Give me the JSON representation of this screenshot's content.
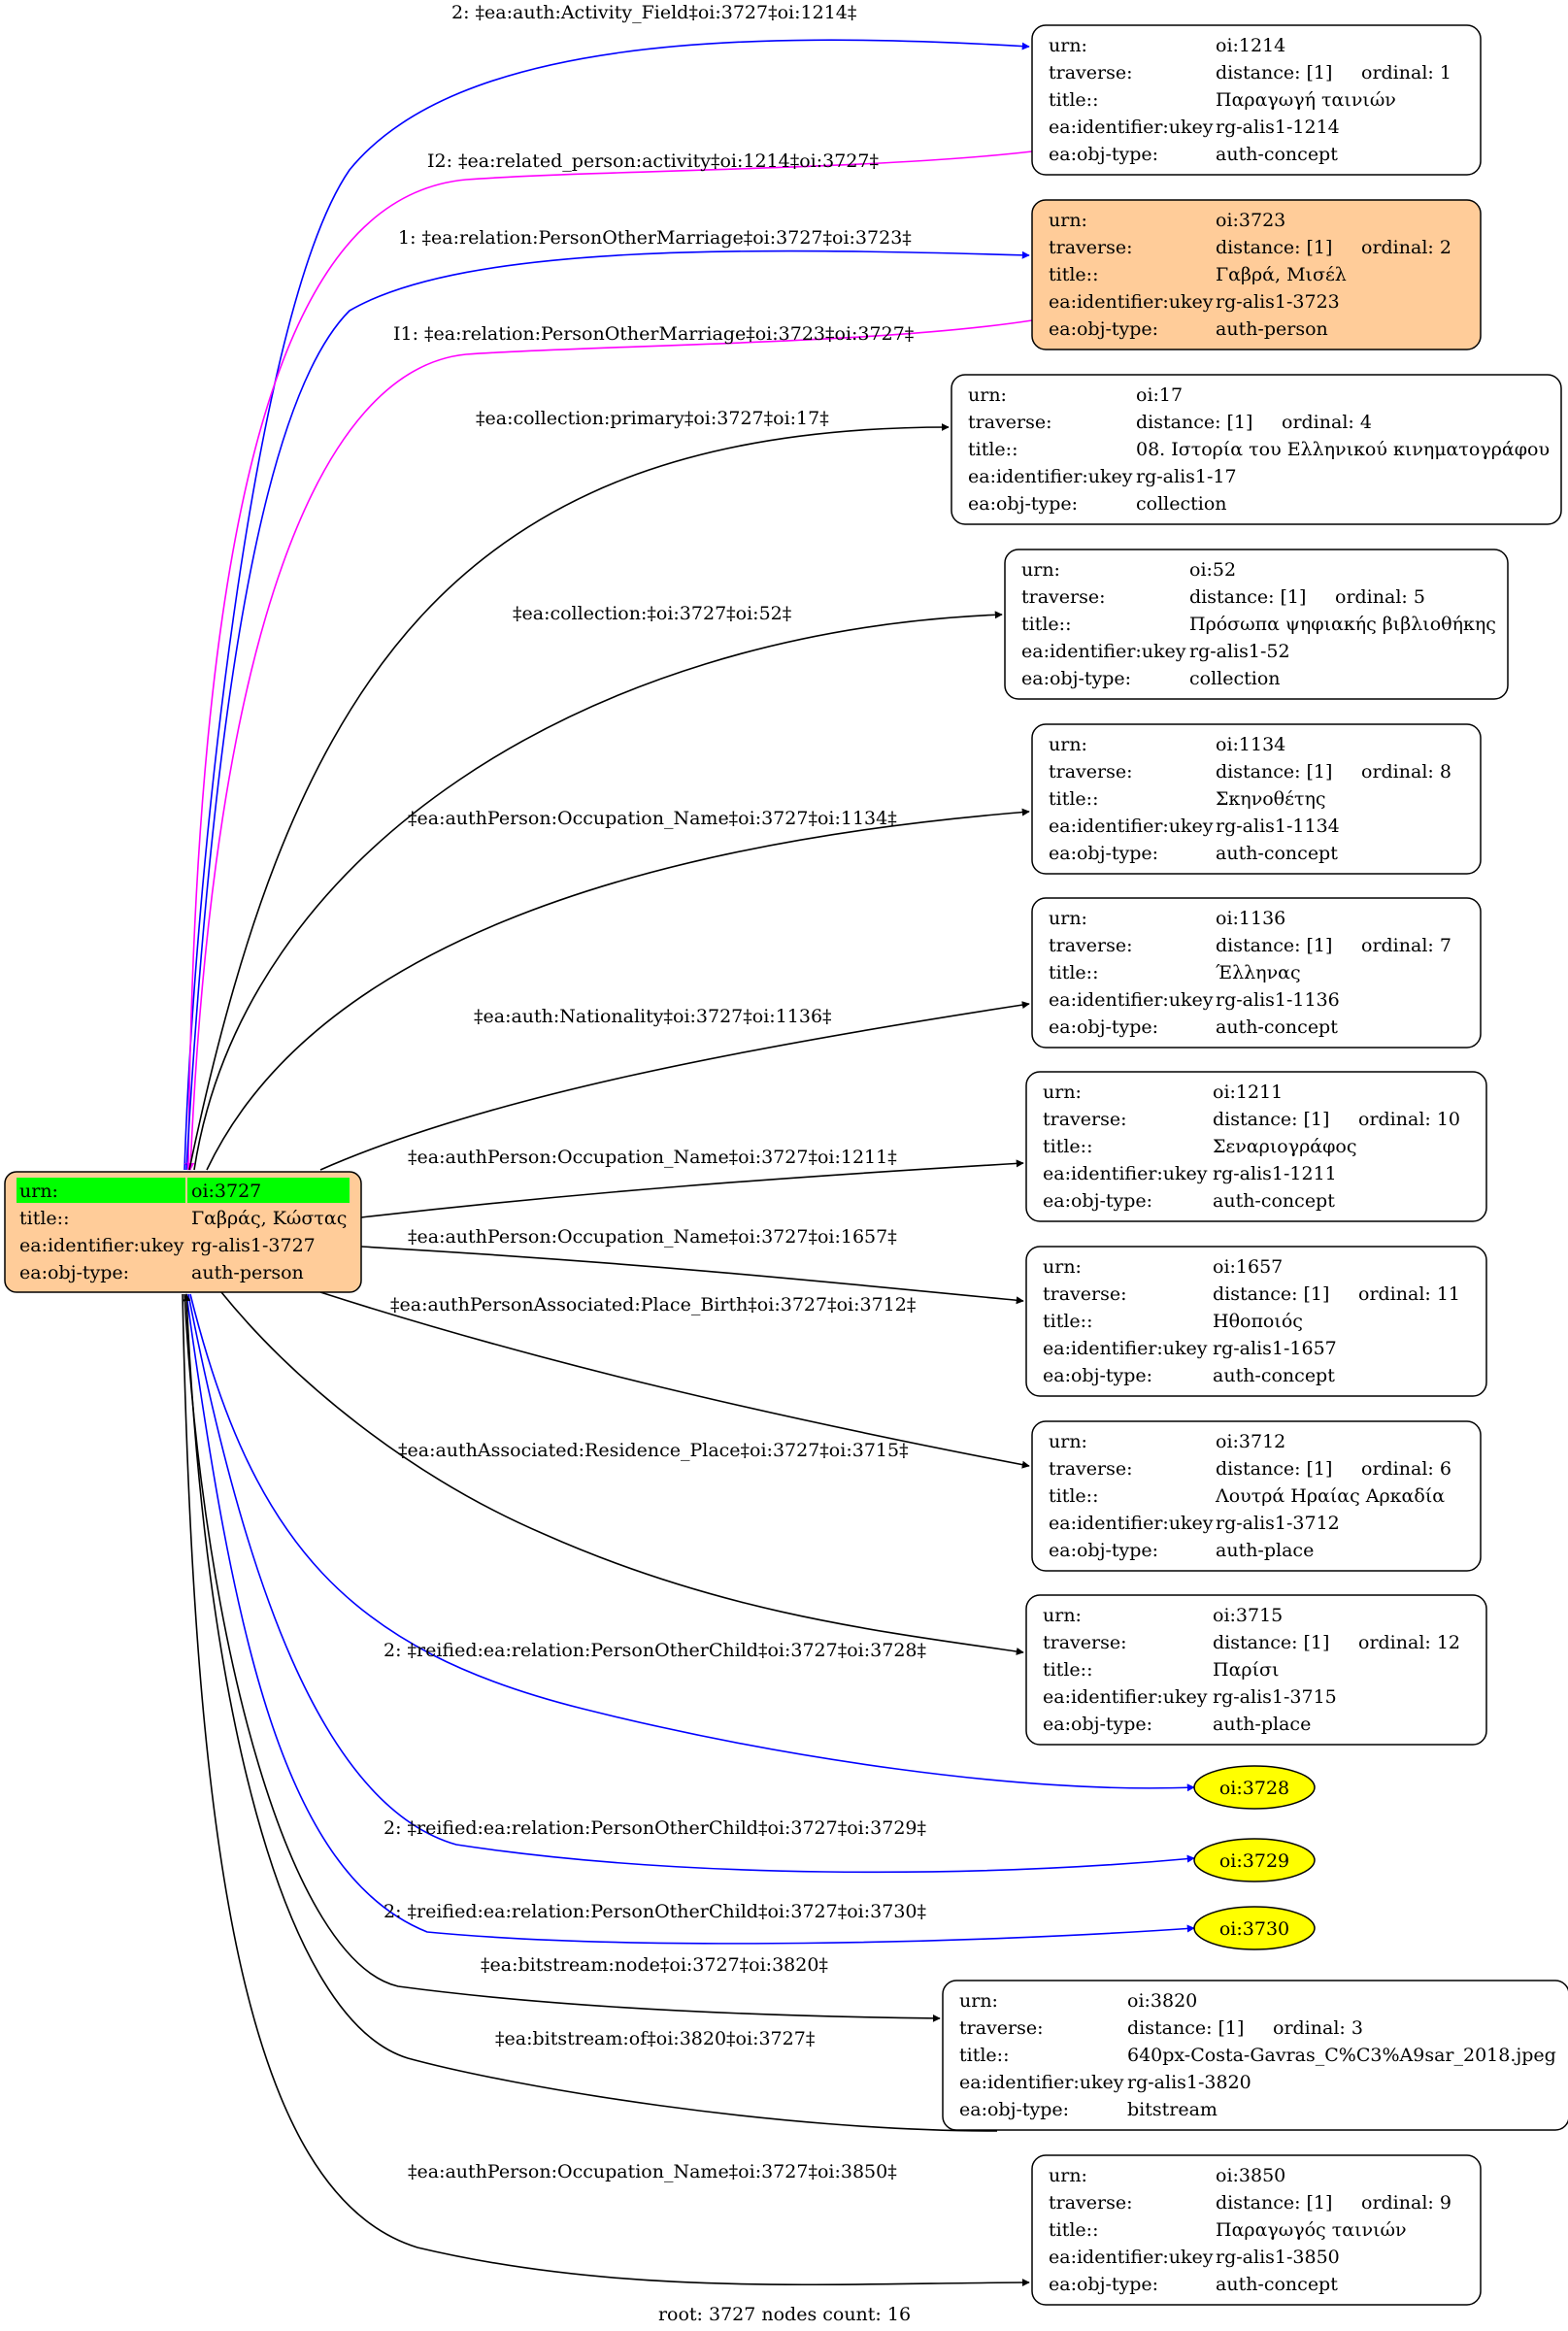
{
  "colors": {
    "root_fill": "#ffcc99",
    "highlight_fill": "#ffcc99",
    "root_header": "#00ff00",
    "ellipse_fill": "#ffff00",
    "node_fill": "#ffffff",
    "stroke": "#000000",
    "edge_blue": "#0000ff",
    "edge_magenta": "#ff00ff",
    "edge_black": "#000000"
  },
  "footer": "root: 3727 nodes count: 16",
  "root": {
    "id": "oi:3727",
    "rows": [
      {
        "key": "urn:",
        "value": "oi:3727"
      },
      {
        "key": "title::",
        "value": "Γαβράς, Κώστας"
      },
      {
        "key": "ea:identifier:ukey",
        "value": "rg-alis1-3727"
      },
      {
        "key": "ea:obj-type:",
        "value": "auth-person"
      }
    ]
  },
  "nodes": [
    {
      "id": "n1214",
      "highlight": false,
      "urn": "oi:1214",
      "distance": "distance: [1]",
      "ordinal": "ordinal: 1",
      "title": "Παραγωγή ταινιών",
      "ukey": "rg-alis1-1214",
      "objtype": "auth-concept"
    },
    {
      "id": "n3723",
      "highlight": true,
      "urn": "oi:3723",
      "distance": "distance: [1]",
      "ordinal": "ordinal: 2",
      "title": "Γαβρά, Μισέλ",
      "ukey": "rg-alis1-3723",
      "objtype": "auth-person"
    },
    {
      "id": "n17",
      "highlight": false,
      "urn": "oi:17",
      "distance": "distance: [1]",
      "ordinal": "ordinal: 4",
      "title": "08. Ιστορία του Ελληνικού κινηματογράφου",
      "ukey": "rg-alis1-17",
      "objtype": "collection"
    },
    {
      "id": "n52",
      "highlight": false,
      "urn": "oi:52",
      "distance": "distance: [1]",
      "ordinal": "ordinal: 5",
      "title": "Πρόσωπα ψηφιακής βιβλιοθήκης",
      "ukey": "rg-alis1-52",
      "objtype": "collection"
    },
    {
      "id": "n1134",
      "highlight": false,
      "urn": "oi:1134",
      "distance": "distance: [1]",
      "ordinal": "ordinal: 8",
      "title": "Σκηνοθέτης",
      "ukey": "rg-alis1-1134",
      "objtype": "auth-concept"
    },
    {
      "id": "n1136",
      "highlight": false,
      "urn": "oi:1136",
      "distance": "distance: [1]",
      "ordinal": "ordinal: 7",
      "title": "Έλληνας",
      "ukey": "rg-alis1-1136",
      "objtype": "auth-concept"
    },
    {
      "id": "n1211",
      "highlight": false,
      "urn": "oi:1211",
      "distance": "distance: [1]",
      "ordinal": "ordinal: 10",
      "title": "Σεναριογράφος",
      "ukey": "rg-alis1-1211",
      "objtype": "auth-concept"
    },
    {
      "id": "n1657",
      "highlight": false,
      "urn": "oi:1657",
      "distance": "distance: [1]",
      "ordinal": "ordinal: 11",
      "title": "Ηθοποιός",
      "ukey": "rg-alis1-1657",
      "objtype": "auth-concept"
    },
    {
      "id": "n3712",
      "highlight": false,
      "urn": "oi:3712",
      "distance": "distance: [1]",
      "ordinal": "ordinal: 6",
      "title": "Λουτρά Ηραίας Αρκαδία",
      "ukey": "rg-alis1-3712",
      "objtype": "auth-place"
    },
    {
      "id": "n3715",
      "highlight": false,
      "urn": "oi:3715",
      "distance": "distance: [1]",
      "ordinal": "ordinal: 12",
      "title": "Παρίσι",
      "ukey": "rg-alis1-3715",
      "objtype": "auth-place"
    },
    {
      "id": "n3820",
      "highlight": false,
      "urn": "oi:3820",
      "distance": "distance: [1]",
      "ordinal": "ordinal: 3",
      "title": "640px-Costa-Gavras_C%C3%A9sar_2018.jpeg",
      "ukey": "rg-alis1-3820",
      "objtype": "bitstream"
    },
    {
      "id": "n3850",
      "highlight": false,
      "urn": "oi:3850",
      "distance": "distance: [1]",
      "ordinal": "ordinal: 9",
      "title": "Παραγωγός ταινιών",
      "ukey": "rg-alis1-3850",
      "objtype": "auth-concept"
    }
  ],
  "node_keys": {
    "urn": "urn:",
    "traverse": "traverse:",
    "title": "title::",
    "ukey": "ea:identifier:ukey",
    "objtype": "ea:obj-type:"
  },
  "ellipses": [
    {
      "id": "e3728",
      "label": "oi:3728"
    },
    {
      "id": "e3729",
      "label": "oi:3729"
    },
    {
      "id": "e3730",
      "label": "oi:3730"
    }
  ],
  "edges": [
    {
      "id": "e-1214",
      "color": "blue",
      "label": "2: ‡ea:auth:Activity_Field‡oi:3727‡oi:1214‡"
    },
    {
      "id": "e-1214-back",
      "color": "magenta",
      "label": "I2: ‡ea:related_person:activity‡oi:1214‡oi:3727‡"
    },
    {
      "id": "e-3723",
      "color": "blue",
      "label": "1: ‡ea:relation:PersonOtherMarriage‡oi:3727‡oi:3723‡"
    },
    {
      "id": "e-3723-back",
      "color": "magenta",
      "label": "I1: ‡ea:relation:PersonOtherMarriage‡oi:3723‡oi:3727‡"
    },
    {
      "id": "e-17",
      "color": "black",
      "label": "‡ea:collection:primary‡oi:3727‡oi:17‡"
    },
    {
      "id": "e-52",
      "color": "black",
      "label": "‡ea:collection:‡oi:3727‡oi:52‡"
    },
    {
      "id": "e-1134",
      "color": "black",
      "label": "‡ea:authPerson:Occupation_Name‡oi:3727‡oi:1134‡"
    },
    {
      "id": "e-1136",
      "color": "black",
      "label": "‡ea:auth:Nationality‡oi:3727‡oi:1136‡"
    },
    {
      "id": "e-1211",
      "color": "black",
      "label": "‡ea:authPerson:Occupation_Name‡oi:3727‡oi:1211‡"
    },
    {
      "id": "e-1657",
      "color": "black",
      "label": "‡ea:authPerson:Occupation_Name‡oi:3727‡oi:1657‡"
    },
    {
      "id": "e-3712",
      "color": "black",
      "label": "‡ea:authPersonAssociated:Place_Birth‡oi:3727‡oi:3712‡"
    },
    {
      "id": "e-3715",
      "color": "black",
      "label": "‡ea:authAssociated:Residence_Place‡oi:3727‡oi:3715‡"
    },
    {
      "id": "e-3728",
      "color": "blue",
      "label": "2: ‡reified:ea:relation:PersonOtherChild‡oi:3727‡oi:3728‡"
    },
    {
      "id": "e-3729",
      "color": "blue",
      "label": "2: ‡reified:ea:relation:PersonOtherChild‡oi:3727‡oi:3729‡"
    },
    {
      "id": "e-3730",
      "color": "blue",
      "label": "2: ‡reified:ea:relation:PersonOtherChild‡oi:3727‡oi:3730‡"
    },
    {
      "id": "e-3820",
      "color": "black",
      "label": "‡ea:bitstream:node‡oi:3727‡oi:3820‡"
    },
    {
      "id": "e-3820-back",
      "color": "black",
      "label": "‡ea:bitstream:of‡oi:3820‡oi:3727‡"
    },
    {
      "id": "e-3850",
      "color": "black",
      "label": "‡ea:authPerson:Occupation_Name‡oi:3727‡oi:3850‡"
    }
  ]
}
